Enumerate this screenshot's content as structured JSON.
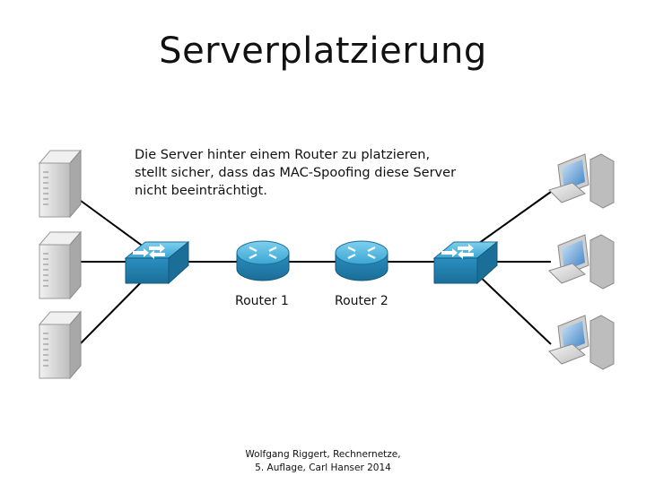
{
  "slide": {
    "title": "Serverplatzierung",
    "description_lines": [
      "Die Server hinter einem Router zu platzieren,",
      "stellt sicher, dass das MAC-Spoofing diese Server",
      "nicht beeinträchtigt."
    ],
    "router_labels": [
      "Router 1",
      "Router 2"
    ],
    "footer_lines": [
      "Wolfgang Riggert, Rechnernetze,",
      "5. Auflage, Carl Hanser 2014"
    ]
  },
  "colors": {
    "device_blue": "#2a8fbf",
    "device_blue_top": "#5cc0e6",
    "device_blue_dark": "#1b6e98",
    "server_grey": "#d9d9d9",
    "link": "#000000"
  },
  "icons": [
    "server-icon",
    "switch-icon",
    "router-icon",
    "pc-icon"
  ]
}
